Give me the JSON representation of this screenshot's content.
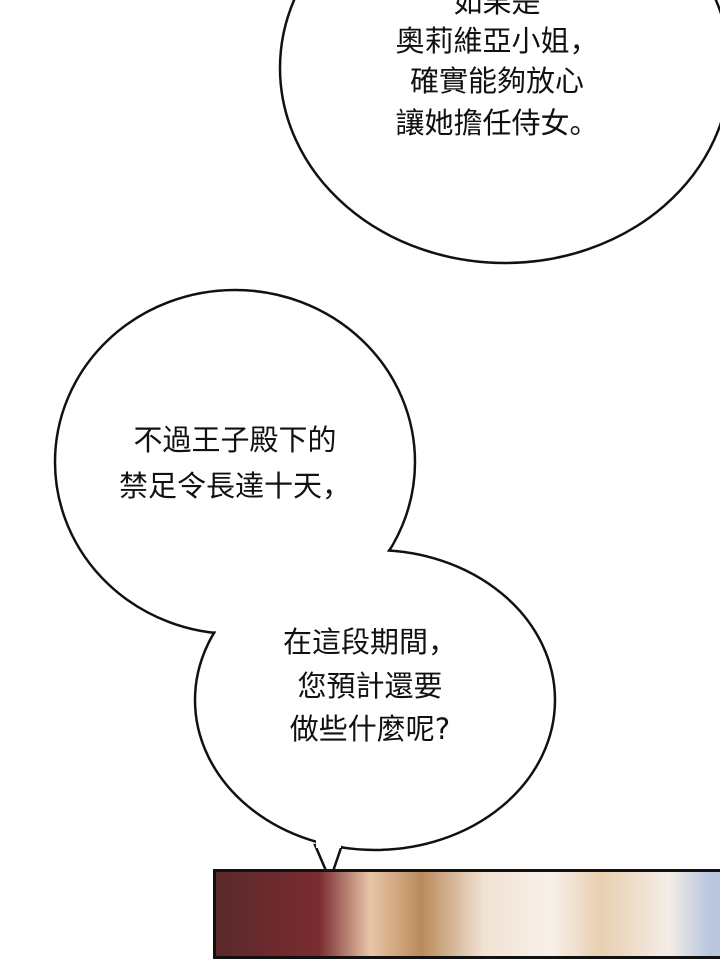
{
  "bubbles": [
    {
      "lines": [
        "如果是",
        "奧莉維亞小姐，",
        "確實能夠放心",
        "讓她擔任侍女。"
      ]
    },
    {
      "lines": [
        "不過王子殿下的",
        "禁足令長達十天，"
      ]
    },
    {
      "lines": [
        "在這段期間，",
        "您預計還要",
        "做些什麼呢?"
      ]
    }
  ]
}
